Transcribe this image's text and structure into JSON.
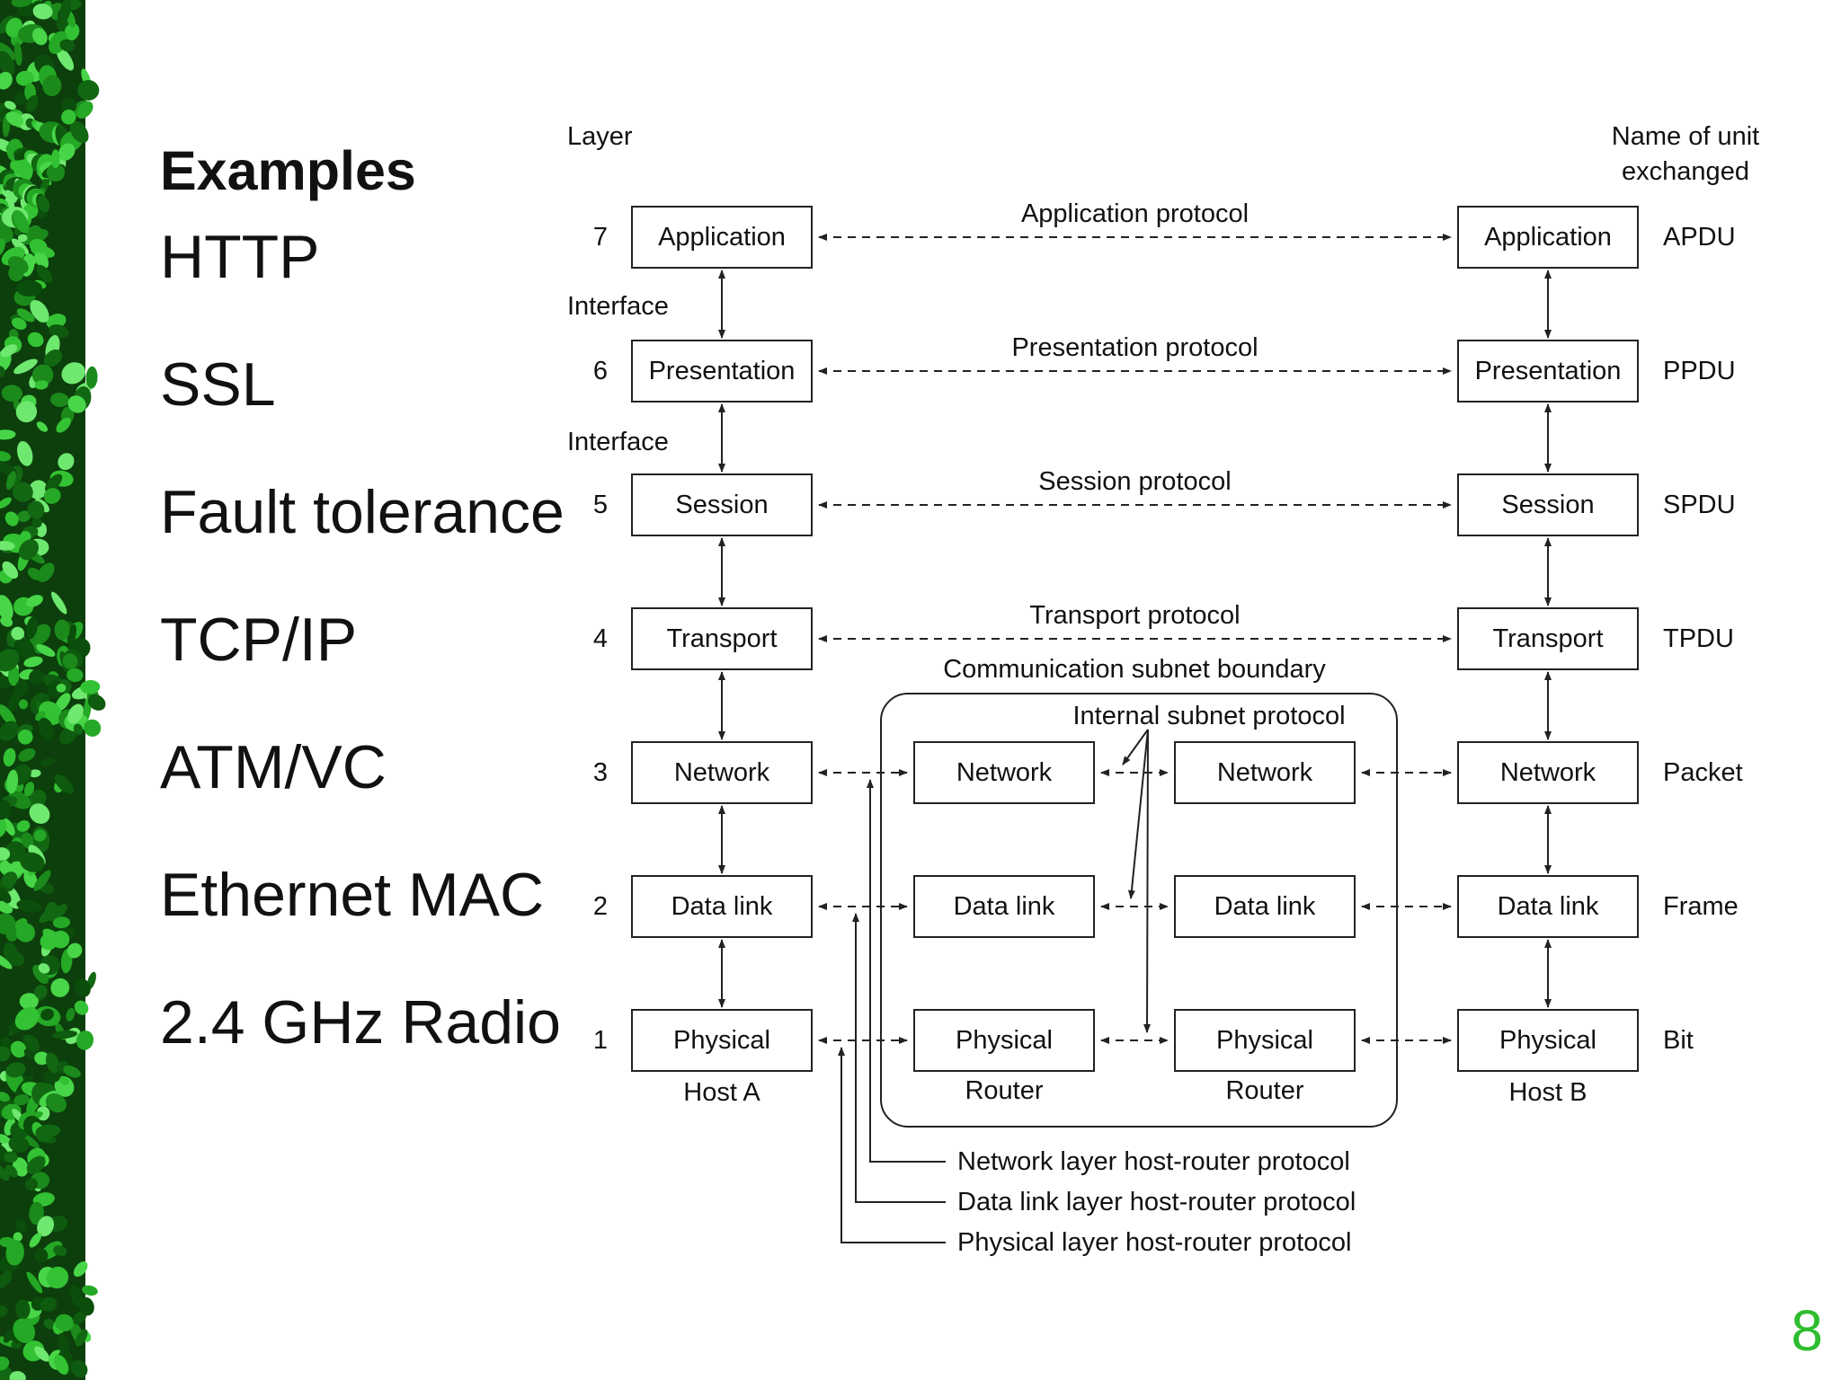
{
  "examples": {
    "heading": "Examples",
    "items": [
      "HTTP",
      "SSL",
      "Fault tolerance",
      "TCP/IP",
      "ATM/VC",
      "Ethernet MAC",
      "2.4 GHz Radio"
    ]
  },
  "diagram": {
    "layer_header": "Layer",
    "unit_header_line1": "Name of unit",
    "unit_header_line2": "exchanged",
    "layers": [
      {
        "num": "7",
        "name": "Application",
        "unit": "APDU",
        "protocol": "Application protocol"
      },
      {
        "num": "6",
        "name": "Presentation",
        "unit": "PPDU",
        "protocol": "Presentation protocol"
      },
      {
        "num": "5",
        "name": "Session",
        "unit": "SPDU",
        "protocol": "Session protocol"
      },
      {
        "num": "4",
        "name": "Transport",
        "unit": "TPDU",
        "protocol": "Transport protocol"
      },
      {
        "num": "3",
        "name": "Network",
        "unit": "Packet"
      },
      {
        "num": "2",
        "name": "Data link",
        "unit": "Frame"
      },
      {
        "num": "1",
        "name": "Physical",
        "unit": "Bit"
      }
    ],
    "interface_label": "Interface",
    "subnet_boundary": "Communication subnet boundary",
    "internal_protocol": "Internal subnet protocol",
    "host_a": "Host A",
    "host_b": "Host B",
    "router": "Router",
    "callouts": [
      "Network layer host-router protocol",
      "Data link layer host-router protocol",
      "Physical layer host-router protocol"
    ]
  },
  "page_number": "8"
}
